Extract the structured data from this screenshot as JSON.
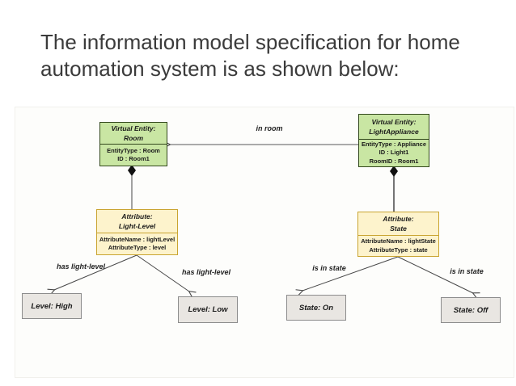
{
  "slide": {
    "title": "The information model specification for home automation system is as shown below:"
  },
  "diagram": {
    "entities": [
      {
        "title": "Virtual Entity:",
        "name": "Room",
        "fields": [
          "EntityType : Room",
          "ID : Room1"
        ]
      },
      {
        "title": "Virtual Entity:",
        "name": "LightAppliance",
        "fields": [
          "EntityType : Appliance",
          "ID : Light1",
          "RoomID : Room1"
        ]
      }
    ],
    "attributes": [
      {
        "title": "Attribute:",
        "name": "Light-Level",
        "fields": [
          "AttributeName : lightLevel",
          "AttributeType : level"
        ]
      },
      {
        "title": "Attribute:",
        "name": "State",
        "fields": [
          "AttributeName : lightState",
          "AttributeType : state"
        ]
      }
    ],
    "values": [
      "Level: High",
      "Level: Low",
      "State: On",
      "State: Off"
    ],
    "edges": {
      "in_room": "in room",
      "has_light_level_left": "has light-level",
      "has_light_level_right": "has light-level",
      "is_in_state_left": "is in state",
      "is_in_state_right": "is in state"
    },
    "colors": {
      "entity_fill": "#c9e6a3",
      "entity_border": "#33491d",
      "attribute_fill": "#fdf3cc",
      "attribute_border": "#c9a430",
      "value_fill": "#e9e6e2",
      "value_border": "#8c8c8c",
      "line": "#474747",
      "title_text": "#3b3b3b"
    }
  }
}
